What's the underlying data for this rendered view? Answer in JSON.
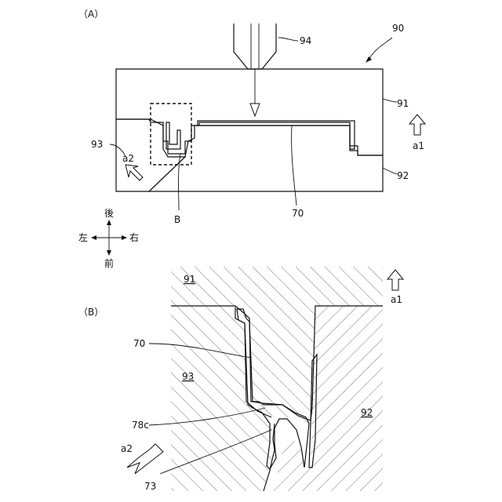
{
  "panel_a": {
    "label": "（A）",
    "ref_90": "90",
    "ref_91": "91",
    "ref_92": "92",
    "ref_93": "93",
    "ref_94": "94",
    "ref_70": "70",
    "ref_B": "B",
    "arrow_a1": "a1",
    "arrow_a2": "a2",
    "compass": {
      "back": "後",
      "front": "前",
      "left": "左",
      "right": "右"
    }
  },
  "panel_b": {
    "label": "（B）",
    "ref_91": "91",
    "ref_92": "92",
    "ref_93": "93",
    "ref_70": "70",
    "ref_78c": "78c",
    "ref_73": "73",
    "arrow_a1": "a1",
    "arrow_a2": "a2"
  }
}
